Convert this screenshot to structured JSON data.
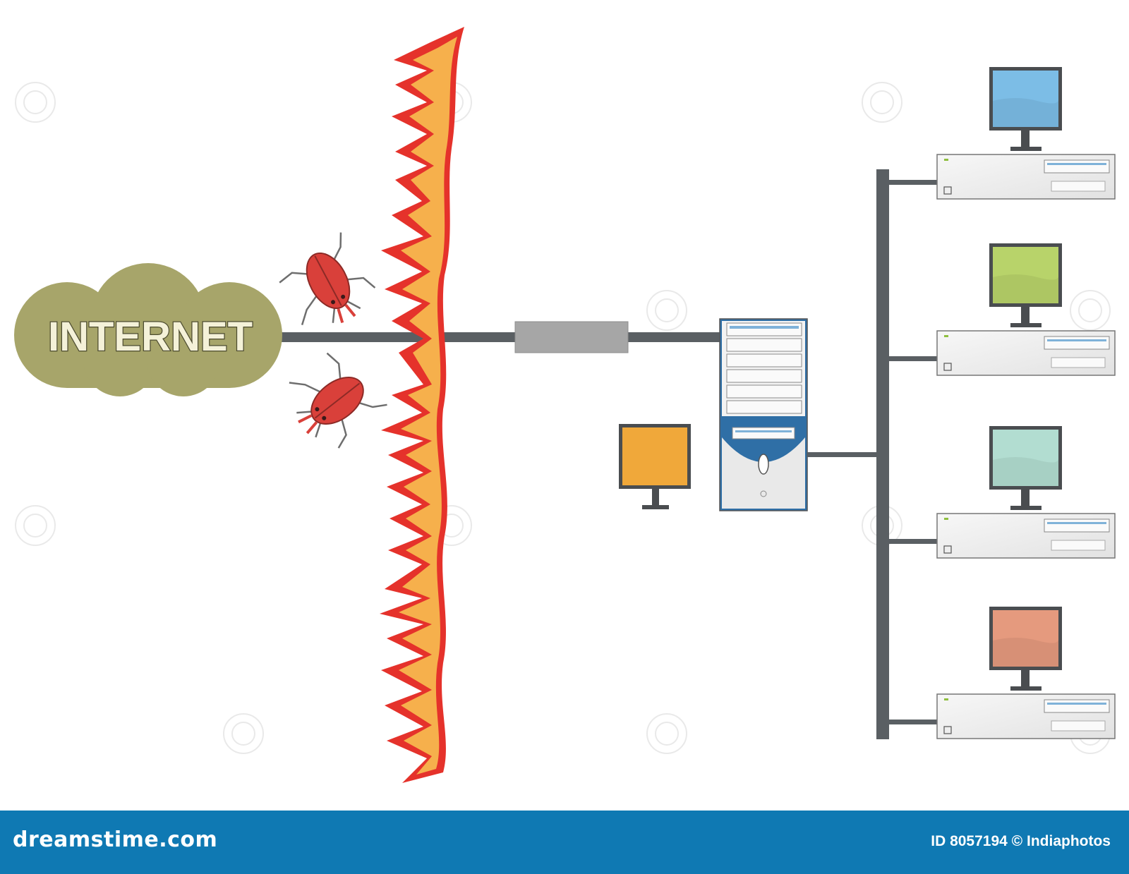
{
  "internet": {
    "label": "INTERNET",
    "color": "#a7a56a"
  },
  "colors": {
    "cable": "#5a5f63",
    "flame_red": "#e5322b",
    "flame_orange": "#f6b04c",
    "bug": "#d9403a",
    "router": "#a6a6a6",
    "server_blue": "#2f6fa6"
  },
  "workstation_screens": [
    "#7cbde6",
    "#b8d36a",
    "#b2ddd1",
    "#e59a7e"
  ],
  "server_monitor_screen": "#f0a83a",
  "footer": {
    "brand": "dreamstime.com",
    "id_label": "ID 8057194",
    "copyright_symbol": "©",
    "author": "Indiaphotos"
  }
}
